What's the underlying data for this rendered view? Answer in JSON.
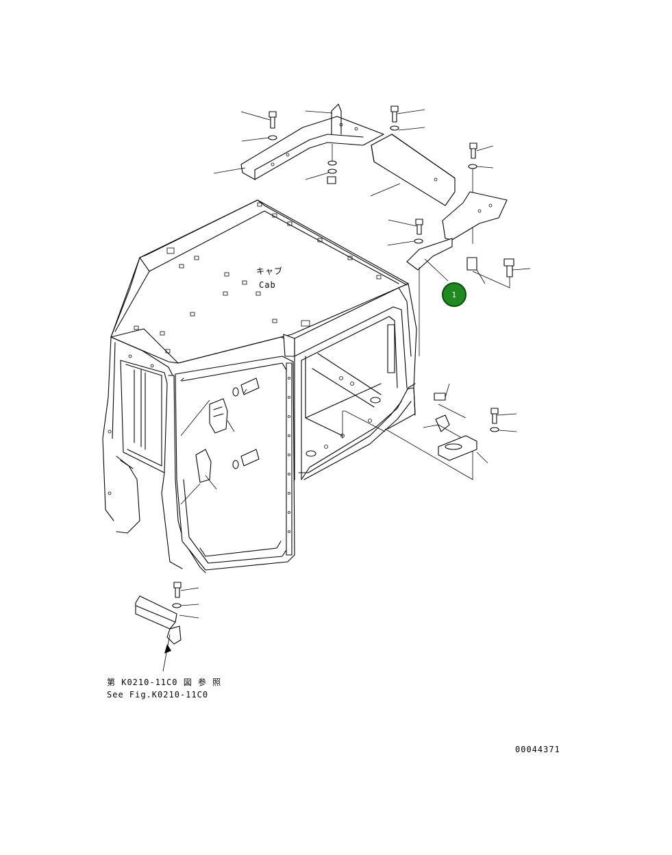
{
  "labels": {
    "cab_jp": "キャブ",
    "cab_en": "Cab",
    "ref_jp": "第 K0210-11C0 図 参 照",
    "ref_en": "See Fig.K0210-11C0",
    "drawing_number": "00044371"
  },
  "callouts": [
    {
      "id": "1",
      "color": "#1f8a1f"
    }
  ],
  "colors": {
    "line": "#000000",
    "background": "#ffffff",
    "callout_fill": "#1f8a1f"
  }
}
